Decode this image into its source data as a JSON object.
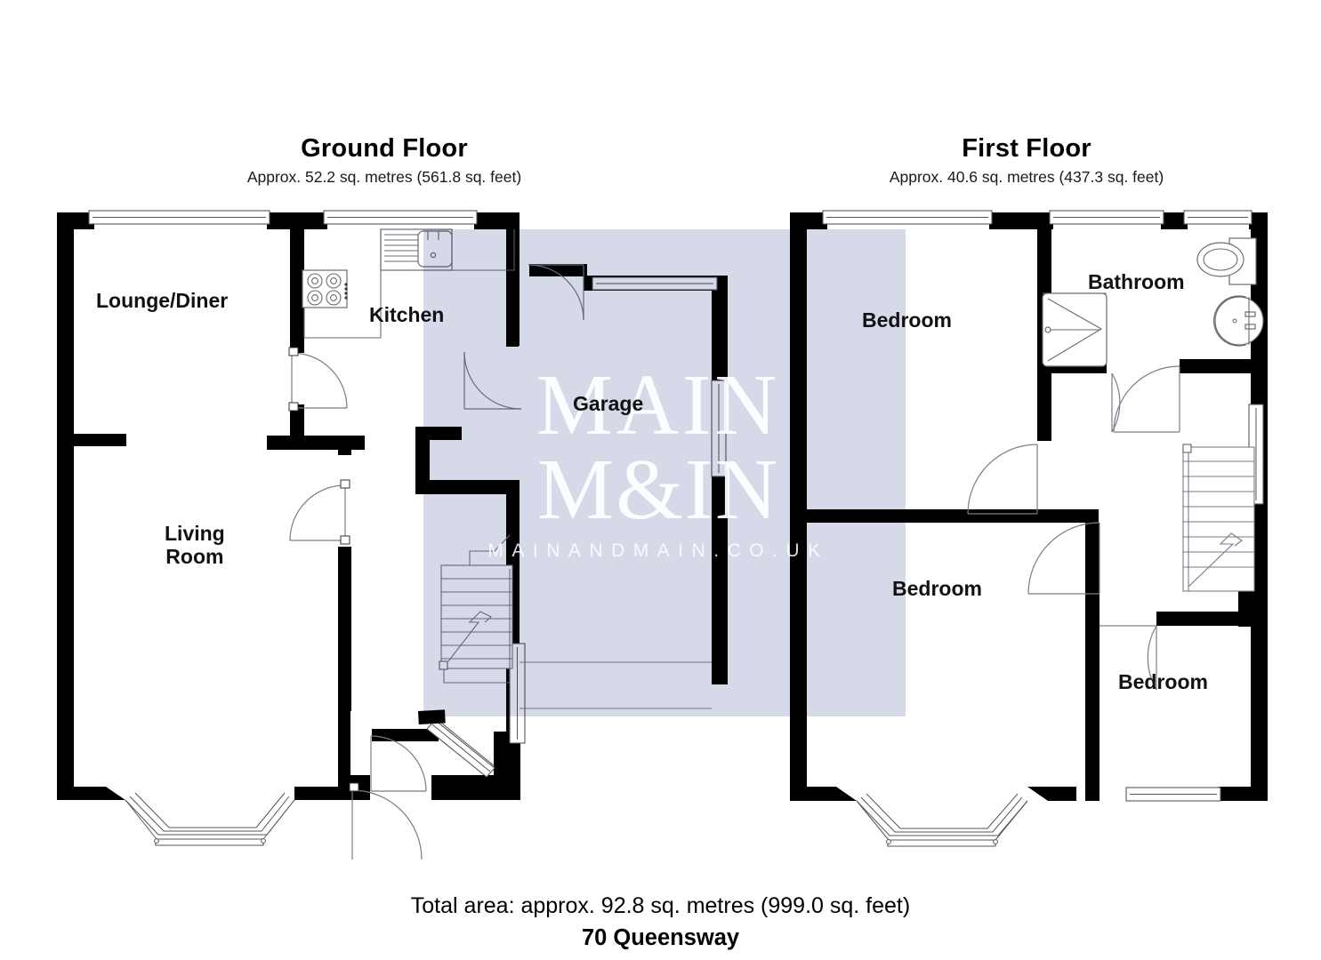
{
  "document": {
    "address": "70 Queensway",
    "total_area": "Total area: approx. 92.8 sq. metres (999.0 sq. feet)"
  },
  "floors": [
    {
      "id": "ground",
      "title": "Ground Floor",
      "subtitle": "Approx. 52.2 sq. metres (561.8 sq. feet)",
      "rooms": [
        {
          "name": "Lounge/Diner"
        },
        {
          "name": "Kitchen"
        },
        {
          "name": "Living\nRoom",
          "line1": "Living",
          "line2": "Room"
        },
        {
          "name": "Garage"
        }
      ]
    },
    {
      "id": "first",
      "title": "First Floor",
      "subtitle": "Approx. 40.6 sq. metres (437.3 sq. feet)",
      "rooms": [
        {
          "name": "Bedroom"
        },
        {
          "name": "Bathroom"
        },
        {
          "name": "Bedroom"
        },
        {
          "name": "Bedroom"
        }
      ]
    }
  ],
  "labels": {
    "lounge_diner": "Lounge/Diner",
    "kitchen": "Kitchen",
    "living_room_line1": "Living",
    "living_room_line2": "Room",
    "garage": "Garage",
    "bedroom_1": "Bedroom",
    "bathroom": "Bathroom",
    "bedroom_2": "Bedroom",
    "bedroom_3": "Bedroom"
  },
  "watermark": {
    "line1": "MAIN",
    "line2": "M&IN",
    "url": "MAINANDMAIN.CO.UK"
  },
  "colors": {
    "wall": "#000000",
    "overlay_band": "#d6d9e7",
    "thin_line": "#6e6e78",
    "background": "#ffffff",
    "text": "#111111"
  }
}
